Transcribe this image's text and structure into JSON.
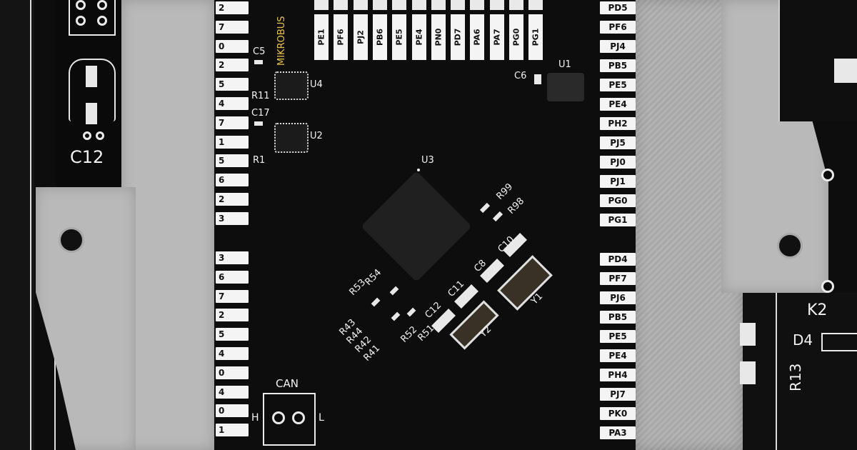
{
  "scene": {
    "left_pin_labels": [
      "2",
      "7",
      "0",
      "2",
      "5",
      "4",
      "7",
      "1",
      "5",
      "6",
      "2",
      "3",
      "3",
      "6",
      "7",
      "2",
      "5",
      "4",
      "0",
      "4",
      "0",
      "1"
    ],
    "right_pin_labels_upper": [
      "PD5",
      "PF6",
      "PJ4",
      "PB5",
      "PE5",
      "PE4",
      "PH2",
      "PJ5",
      "PJ0",
      "PJ1",
      "PG0",
      "PG1"
    ],
    "right_pin_labels_lower": [
      "PD4",
      "PF7",
      "PJ6",
      "PB5",
      "PE5",
      "PE4",
      "PH4",
      "PJ7",
      "PK0",
      "PA3"
    ],
    "top_pin_labels": [
      "PE1",
      "PF6",
      "PJ2",
      "PB6",
      "PE5",
      "PE4",
      "PN0",
      "PD7",
      "PA6",
      "PA7",
      "PG0",
      "PG1"
    ],
    "header_text": "MIKROBUS",
    "components": {
      "c5": "C5",
      "r11": "R11",
      "u4": "U4",
      "c17": "C17",
      "u2": "U2",
      "r1": "R1",
      "u3": "U3",
      "u1": "U1",
      "c6": "C6",
      "r99": "R99",
      "r98": "R98",
      "c10": "C10",
      "c8": "C8",
      "c11": "C11",
      "c12_main": "C12",
      "y1": "Y1",
      "y2": "Y2",
      "r54": "R54",
      "r53": "R53",
      "r43": "R43",
      "r44": "R44",
      "r42": "R42",
      "r41": "R41",
      "r52": "R52",
      "r51": "R51"
    },
    "can_box": {
      "title": "CAN",
      "h": "H",
      "l": "L"
    },
    "left_board": {
      "label": "C12"
    },
    "right_board": {
      "k2": "K2",
      "d4": "D4",
      "r13": "R13"
    }
  }
}
